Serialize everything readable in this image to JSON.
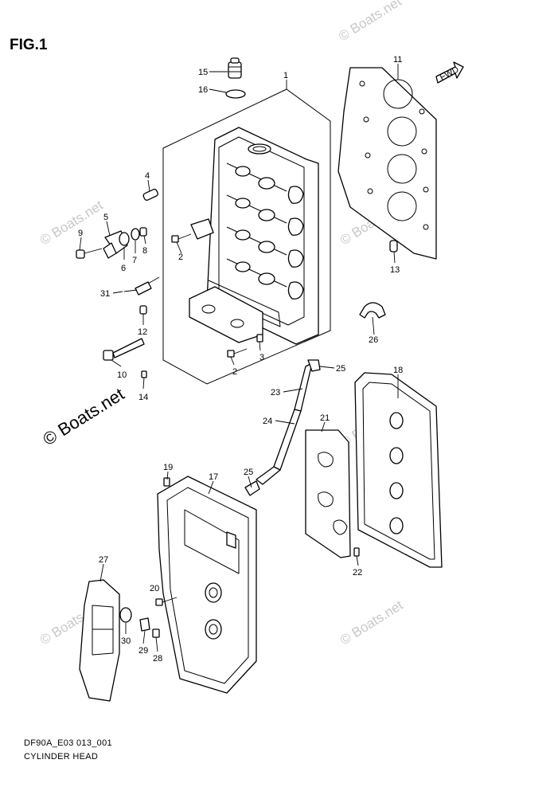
{
  "figure_title": "FIG.1",
  "footer": {
    "code": "DF90A_E03 013_001",
    "name": "CYLINDER HEAD"
  },
  "watermark": "© Boats.net",
  "fwd_label": "FWD",
  "callouts": [
    "1",
    "2",
    "2",
    "3",
    "4",
    "5",
    "6",
    "7",
    "8",
    "9",
    "10",
    "11",
    "12",
    "13",
    "14",
    "15",
    "16",
    "17",
    "18",
    "19",
    "20",
    "21",
    "22",
    "23",
    "24",
    "25",
    "25",
    "26",
    "27",
    "28",
    "29",
    "30",
    "31"
  ]
}
